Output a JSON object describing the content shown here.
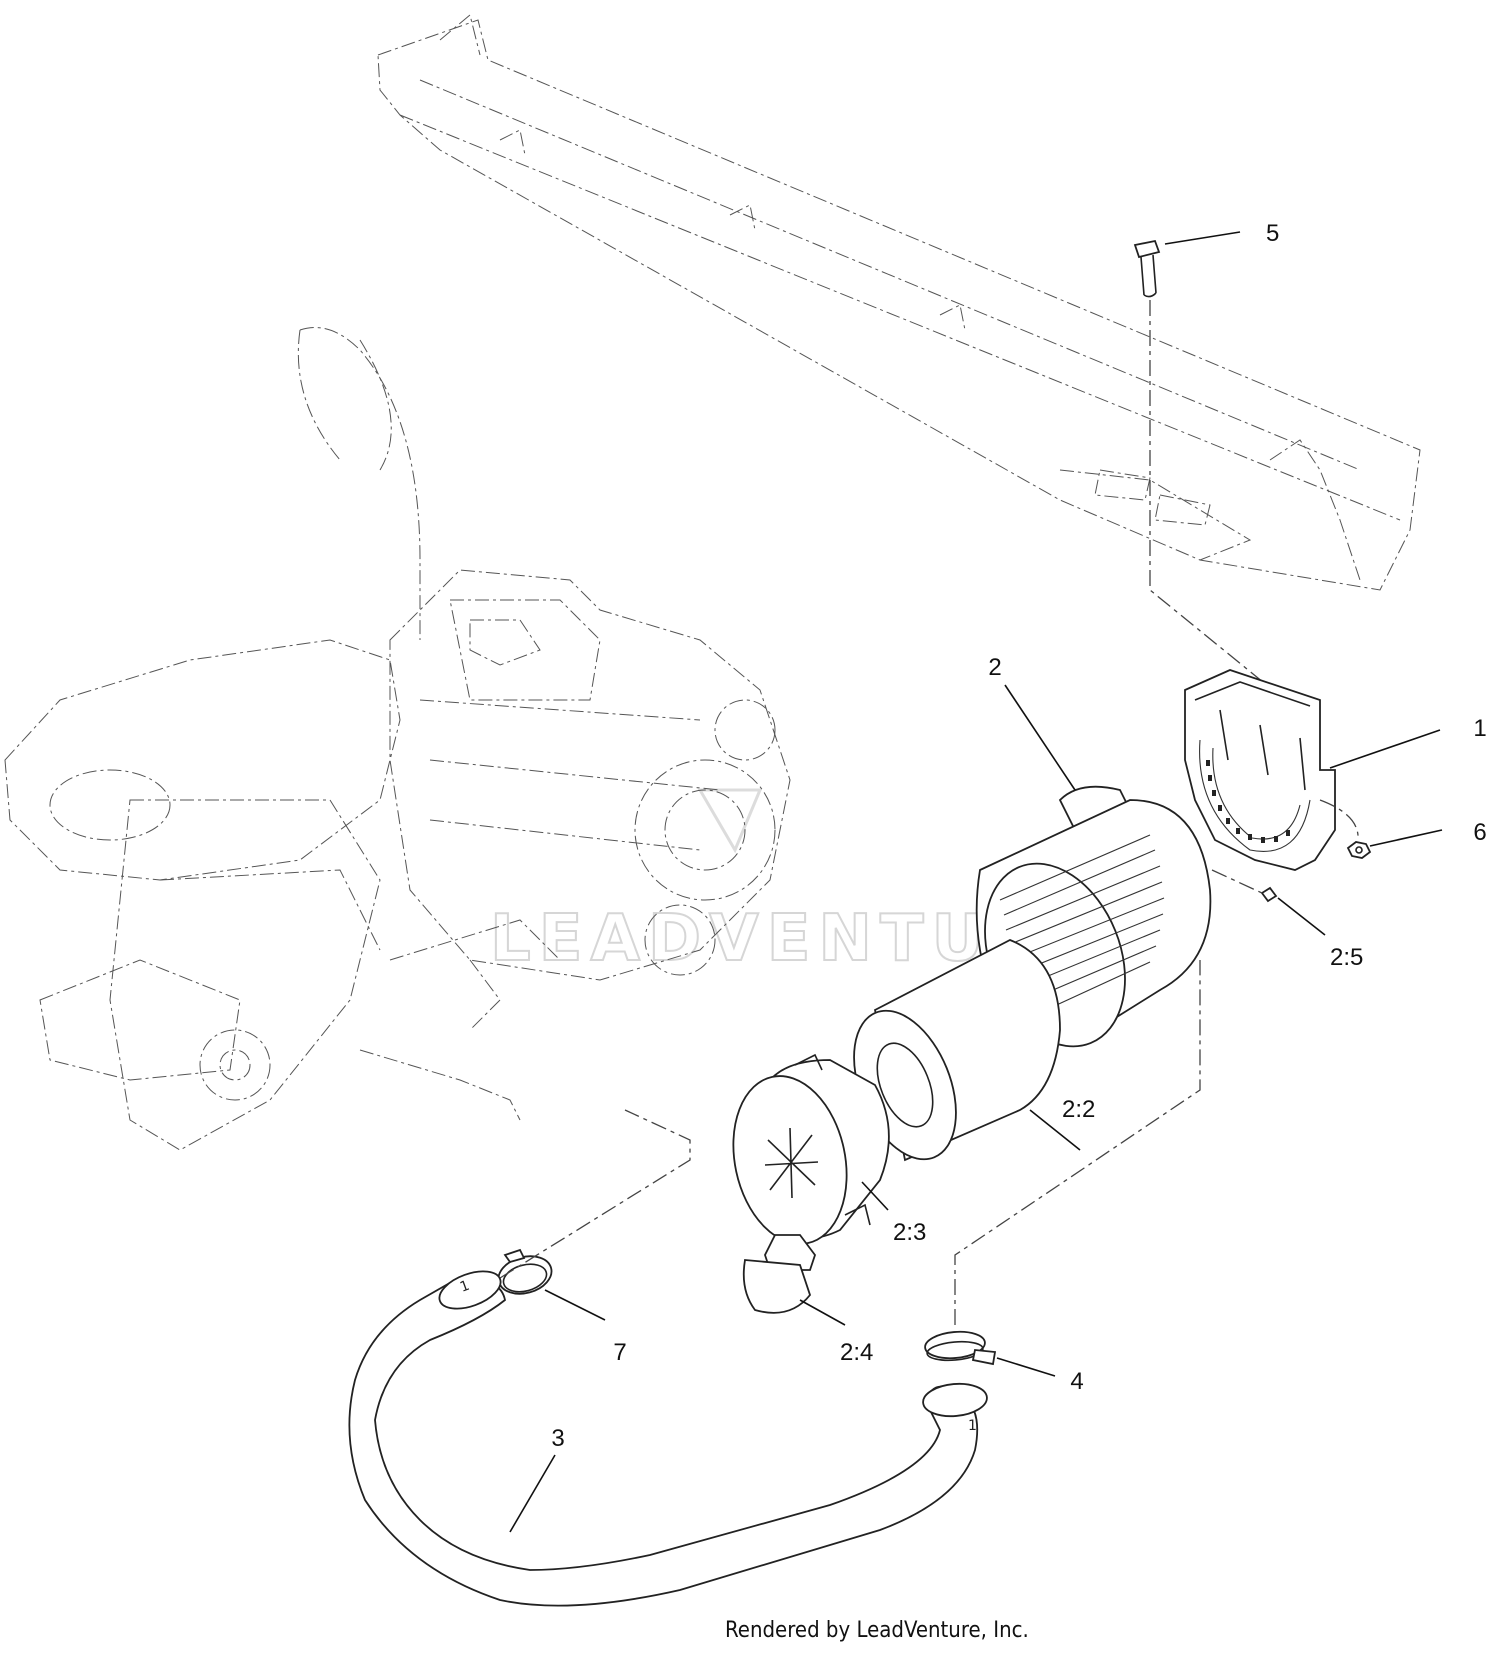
{
  "callouts": [
    {
      "id": "1",
      "label": "1"
    },
    {
      "id": "2",
      "label": "2"
    },
    {
      "id": "2-2",
      "label": "2:2"
    },
    {
      "id": "2-3",
      "label": "2:3"
    },
    {
      "id": "2-4",
      "label": "2:4"
    },
    {
      "id": "2-5",
      "label": "2:5"
    },
    {
      "id": "3",
      "label": "3"
    },
    {
      "id": "4",
      "label": "4"
    },
    {
      "id": "5",
      "label": "5"
    },
    {
      "id": "6",
      "label": "6"
    },
    {
      "id": "7",
      "label": "7"
    }
  ],
  "footer": "Rendered by LeadVenture, Inc.",
  "watermark": "LEADVENTURE"
}
